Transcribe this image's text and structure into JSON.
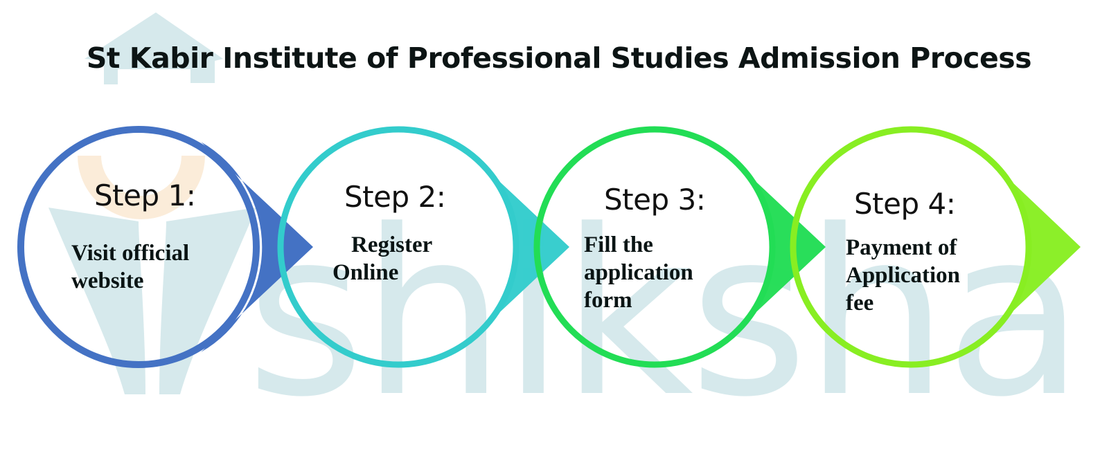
{
  "title": "St Kabir Institute of Professional Studies Admission Process",
  "watermark": {
    "text": "shiksha",
    "color": "#d6e9ec",
    "accent_color": "#fbecd9"
  },
  "colors": {
    "step1": "#4472c4",
    "step2": "#33cccc",
    "step3": "#22dd55",
    "step4": "#88ee22"
  },
  "steps": [
    {
      "number": "1",
      "heading": "Step 1:",
      "description": "Visit official\nwebsite",
      "color": "#4472c4"
    },
    {
      "number": "2",
      "heading": "Step 2:",
      "description": "Register\nOnline",
      "color": "#33cccc"
    },
    {
      "number": "3",
      "heading": "Step 3:",
      "description": "Fill the\napplication\nform",
      "color": "#22dd55"
    },
    {
      "number": "4",
      "heading": "Step 4:",
      "description": "Payment of\nApplication\nfee",
      "color": "#88ee22"
    }
  ]
}
